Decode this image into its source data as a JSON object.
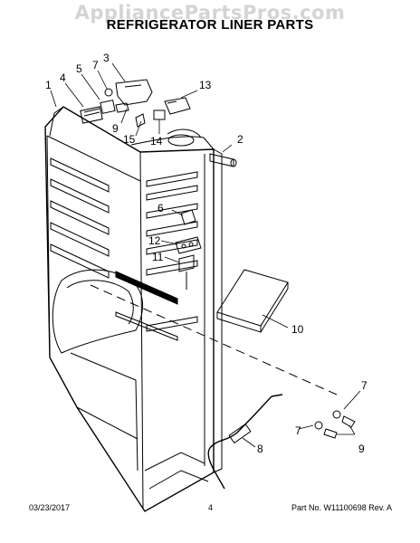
{
  "watermark": "AppliancePartsPros.com",
  "title": "REFRIGERATOR LINER PARTS",
  "callouts": [
    {
      "id": "c1",
      "text": "1"
    },
    {
      "id": "c2",
      "text": "2"
    },
    {
      "id": "c3",
      "text": "3"
    },
    {
      "id": "c4",
      "text": "4"
    },
    {
      "id": "c5",
      "text": "5"
    },
    {
      "id": "c6",
      "text": "6"
    },
    {
      "id": "c7a",
      "text": "7"
    },
    {
      "id": "c7b",
      "text": "7"
    },
    {
      "id": "c7c",
      "text": "7"
    },
    {
      "id": "c8",
      "text": "8"
    },
    {
      "id": "c9a",
      "text": "9"
    },
    {
      "id": "c9b",
      "text": "9"
    },
    {
      "id": "c10",
      "text": "10"
    },
    {
      "id": "c11",
      "text": "11"
    },
    {
      "id": "c12",
      "text": "12"
    },
    {
      "id": "c13",
      "text": "13"
    },
    {
      "id": "c14",
      "text": "14"
    },
    {
      "id": "c15",
      "text": "15"
    }
  ],
  "footer": {
    "date": "03/23/2017",
    "page": "4",
    "part_rev": "Part No. W11100698  Rev. A"
  }
}
